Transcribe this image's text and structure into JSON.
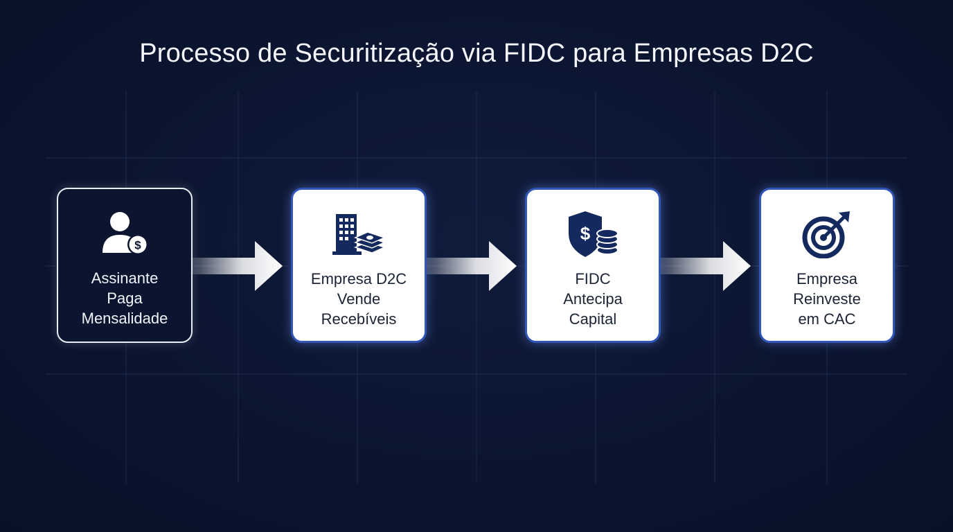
{
  "title": "Processo de Securitização via FIDC para Empresas D2C",
  "steps": [
    {
      "label": "Assinante\nPaga\nMensalidade",
      "icon": "subscriber-dollar-icon"
    },
    {
      "label": "Empresa D2C\nVende\nRecebíveis",
      "icon": "building-cash-icon"
    },
    {
      "label": "FIDC\nAntecipa\nCapital",
      "icon": "shield-coins-icon"
    },
    {
      "label": "Empresa\nReinveste\nem CAC",
      "icon": "target-arrow-icon"
    }
  ],
  "colors": {
    "background": "#0b1530",
    "accent": "#2f56b8",
    "icon": "#142a5e",
    "text_light": "#f4f6fb"
  }
}
